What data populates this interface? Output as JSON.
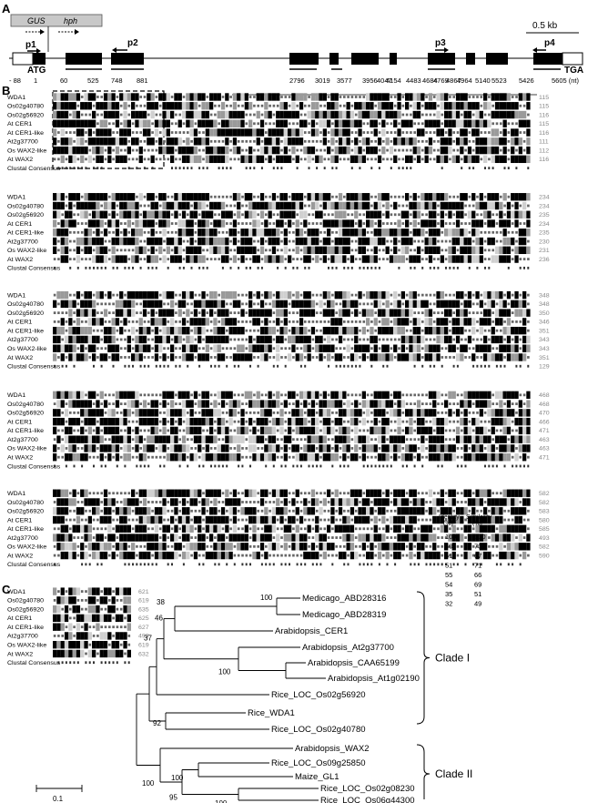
{
  "panels": {
    "a": "A",
    "b": "B",
    "c": "C"
  },
  "gene": {
    "gus_label": "GUS",
    "hph_label": "hph",
    "scale_label": "0.5 kb",
    "atg": "ATG",
    "tga": "TGA",
    "primers": [
      "p1",
      "p2",
      "p3",
      "p4"
    ],
    "positions": [
      "- 88",
      "1",
      "60",
      "525",
      "748",
      "881",
      "2796",
      "3019",
      "3577",
      "3956",
      "4047",
      "4154",
      "4483",
      "4684",
      "4769",
      "4867",
      "4964",
      "5140",
      "5523",
      "5426",
      "5605 (nt)"
    ]
  },
  "alignment": {
    "names": [
      "WDA1",
      "Os02g40780",
      "Os02g56920",
      "At CER1",
      "At CER1-like",
      "At2g37700",
      "Os WAX2-like",
      "At WAX2",
      "Clustal Consensus"
    ],
    "blocks": [
      [
        "115",
        "115",
        "116",
        "115",
        "116",
        "111",
        "112",
        "116",
        ""
      ],
      [
        "234",
        "234",
        "235",
        "234",
        "235",
        "230",
        "231",
        "236",
        ""
      ],
      [
        "348",
        "348",
        "350",
        "346",
        "351",
        "343",
        "343",
        "351",
        "129"
      ],
      [
        "468",
        "468",
        "470",
        "466",
        "471",
        "463",
        "463",
        "471",
        ""
      ],
      [
        "582",
        "582",
        "583",
        "580",
        "585",
        "493",
        "582",
        "590",
        ""
      ],
      [
        "621",
        "619",
        "635",
        "625",
        "627",
        "493",
        "619",
        "632",
        ""
      ]
    ],
    "identity_header": "Identity",
    "similarity_header": "Similarity",
    "pct": "(%)",
    "identity": [
      "100",
      "60",
      "51",
      "51",
      "55",
      "54",
      "35",
      "32"
    ],
    "similarity": [
      "100",
      "73",
      "67",
      "71",
      "66",
      "69",
      "51",
      "49"
    ]
  },
  "tree": {
    "leaves": [
      "Medicago_ABD28316",
      "Medicago_ABD28319",
      "Arabidopsis_CER1",
      "Arabidopsis_At2g37700",
      "Arabidopsis_CAA65199",
      "Arabidopsis_At1g02190",
      "Rice_LOC_Os02g56920",
      "Rice_WDA1",
      "Rice_LOC_Os02g40780",
      "Arabidopsis_WAX2",
      "Rice_LOC_Os09g25850",
      "Maize_GL1",
      "Rice_LOC_Os02g08230",
      "Rice_LOC_Os06g44300"
    ],
    "bootstraps": [
      "100",
      "38",
      "46",
      "37",
      "100",
      "92",
      "100",
      "100",
      "95",
      "100"
    ],
    "clades": [
      "Clade I",
      "Clade II"
    ],
    "scale": "0.1"
  }
}
